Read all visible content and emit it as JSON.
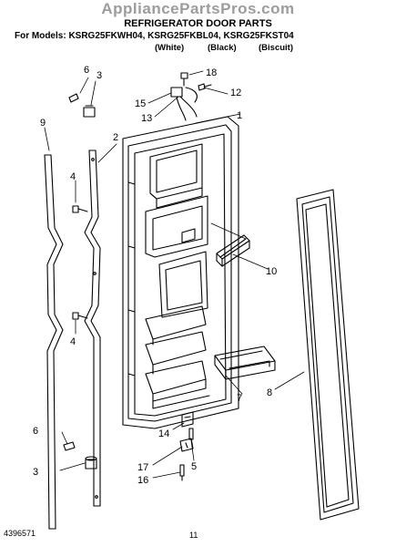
{
  "header": {
    "watermark": "AppliancePartsPros.com",
    "title": "REFRIGERATOR DOOR PARTS",
    "models": "For Models: KSRG25FKWH04, KSRG25FKBL04, KSRG25FKST04",
    "variants": [
      "(White)",
      "(Black)",
      "(Biscuit)"
    ]
  },
  "callouts": {
    "c1": "1",
    "c2": "2",
    "c3a": "3",
    "c3b": "3",
    "c4a": "4",
    "c4b": "4",
    "c5": "5",
    "c6a": "6",
    "c6b": "6",
    "c7": "7",
    "c8": "8",
    "c9": "9",
    "c10": "10",
    "c12": "12",
    "c13": "13",
    "c14": "14",
    "c15": "15",
    "c16": "16",
    "c17": "17",
    "c18": "18"
  },
  "footer": {
    "doc_number": "4396571",
    "page_number": "11"
  }
}
